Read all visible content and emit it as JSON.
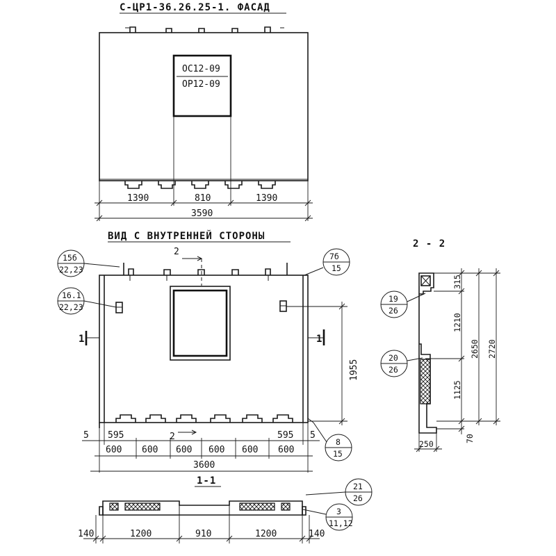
{
  "facade": {
    "title": "С-ЦР1-36.26.25-1. ФАСАД",
    "window_mark_1": "ОС12-09",
    "window_mark_2": "ОР12-09",
    "dim_left": "1390",
    "dim_mid": "810",
    "dim_right": "1390",
    "dim_total": "3590"
  },
  "inner_view": {
    "title": "ВИД С ВНУТРЕННЕЙ СТОРОНЫ",
    "section_cut_top": "2",
    "section_cut_bottom": "2",
    "section_left": "1",
    "section_right": "1",
    "dim_height": "1955",
    "edge_left": "5",
    "edge_right": "5",
    "dim_595_left": "595",
    "dim_595_right": "595",
    "dims_600": [
      "600",
      "600",
      "600",
      "600",
      "600",
      "600"
    ],
    "dim_total": "3600"
  },
  "callouts": [
    {
      "top": "15б",
      "bottom": "22,23"
    },
    {
      "top": "16.1",
      "bottom": "22,23"
    },
    {
      "top": "7б",
      "bottom": "15"
    },
    {
      "top": "8",
      "bottom": "15"
    },
    {
      "top": "19",
      "bottom": "26"
    },
    {
      "top": "20",
      "bottom": "26"
    },
    {
      "top": "21",
      "bottom": "26"
    },
    {
      "top": "3",
      "bottom": "11,12"
    }
  ],
  "section_22": {
    "title": "2 - 2",
    "dim_315": "315",
    "dim_1210": "1210",
    "dim_1125": "1125",
    "dim_2650": "2650",
    "dim_2720": "2720",
    "dim_70": "70",
    "dim_250": "250"
  },
  "section_11": {
    "title": "1-1",
    "dim_140_left": "140",
    "dim_1200_left": "1200",
    "dim_910": "910",
    "dim_1200_right": "1200",
    "dim_140_right": "140"
  }
}
